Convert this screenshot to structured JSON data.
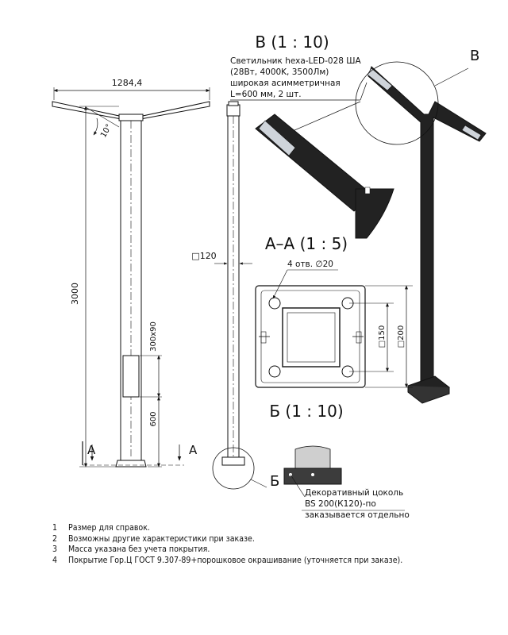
{
  "views": {
    "detail_v": {
      "title": "В (1 : 10)",
      "marker": "В"
    },
    "section_aa": {
      "title": "А–А (1 : 5)",
      "holes": "4 отв. ∅20",
      "cut_mark": "А"
    },
    "detail_b": {
      "title": "Б (1 : 10)",
      "marker": "Б"
    }
  },
  "callout_luminaire": {
    "lines": [
      "Светильник hexa-LED-028 ША",
      "(28Вт, 4000K, 3500Лм)",
      "широкая асимметричная",
      "L=600 мм, 2 шт."
    ]
  },
  "callout_base": {
    "lines": [
      "Декоративный цоколь",
      "BS 200(К120)-по",
      "заказывается отдельно"
    ]
  },
  "dimensions": {
    "width": "1284,4",
    "angle": "10°",
    "height": "3000",
    "hatch": "300х90",
    "hatch_height": "600",
    "profile": "□120",
    "inner": "□150",
    "outer": "□200"
  },
  "notes": [
    {
      "num": "1",
      "text": "Размер для справок."
    },
    {
      "num": "2",
      "text": "Возможны другие характеристики при заказе."
    },
    {
      "num": "3",
      "text": "Масса указана без учета покрытия."
    },
    {
      "num": "4",
      "text": "Покрытие Гор.Ц ГОСТ 9.307-89+порошковое окрашивание (уточняется при заказе)."
    }
  ],
  "colors": {
    "line": "#111111",
    "pole_fill": "#222222",
    "led": "#cfd4da"
  }
}
